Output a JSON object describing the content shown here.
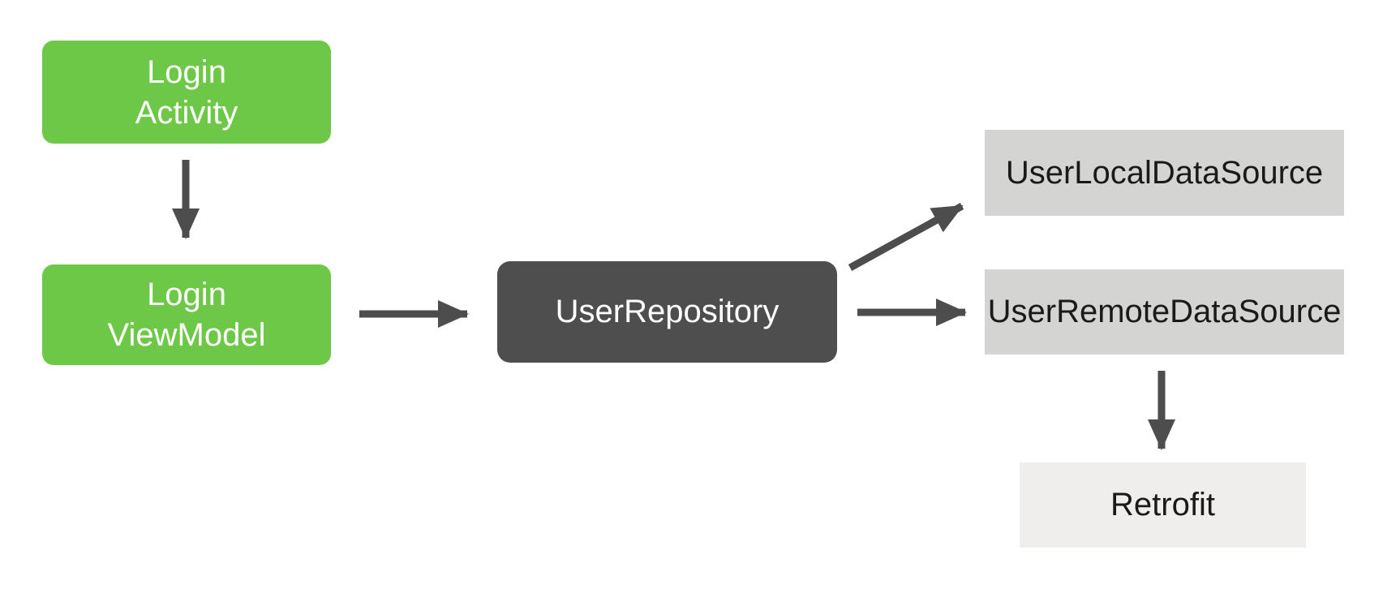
{
  "diagram": {
    "kind": "android-architecture-flow",
    "nodes": {
      "login_activity": {
        "line1": "Login",
        "line2": "Activity"
      },
      "login_viewmodel": {
        "line1": "Login",
        "line2": "ViewModel"
      },
      "user_repository": {
        "label": "UserRepository"
      },
      "user_local": {
        "label": "UserLocalDataSource"
      },
      "user_remote": {
        "label": "UserRemoteDataSource"
      },
      "retrofit": {
        "label": "Retrofit"
      }
    },
    "arrows": [
      {
        "from": "LoginActivity",
        "to": "LoginViewModel",
        "direction": "down"
      },
      {
        "from": "LoginViewModel",
        "to": "UserRepository",
        "direction": "right"
      },
      {
        "from": "UserRepository",
        "to": "UserLocalDataSource",
        "direction": "up-right"
      },
      {
        "from": "UserRepository",
        "to": "UserRemoteDataSource",
        "direction": "right"
      },
      {
        "from": "UserRemoteDataSource",
        "to": "Retrofit",
        "direction": "down"
      }
    ]
  },
  "colors": {
    "green": "#6EC847",
    "dark_gray": "#4E4E4E",
    "light_gray": "#D4D4D2",
    "lighter_gray": "#EFEEEC",
    "arrow": "#4D4D4D",
    "text_on_green": "#FFFFFF",
    "text_on_dark": "#FFFFFF",
    "text_on_light": "#1A1A1A",
    "background": "#FFFFFF"
  }
}
